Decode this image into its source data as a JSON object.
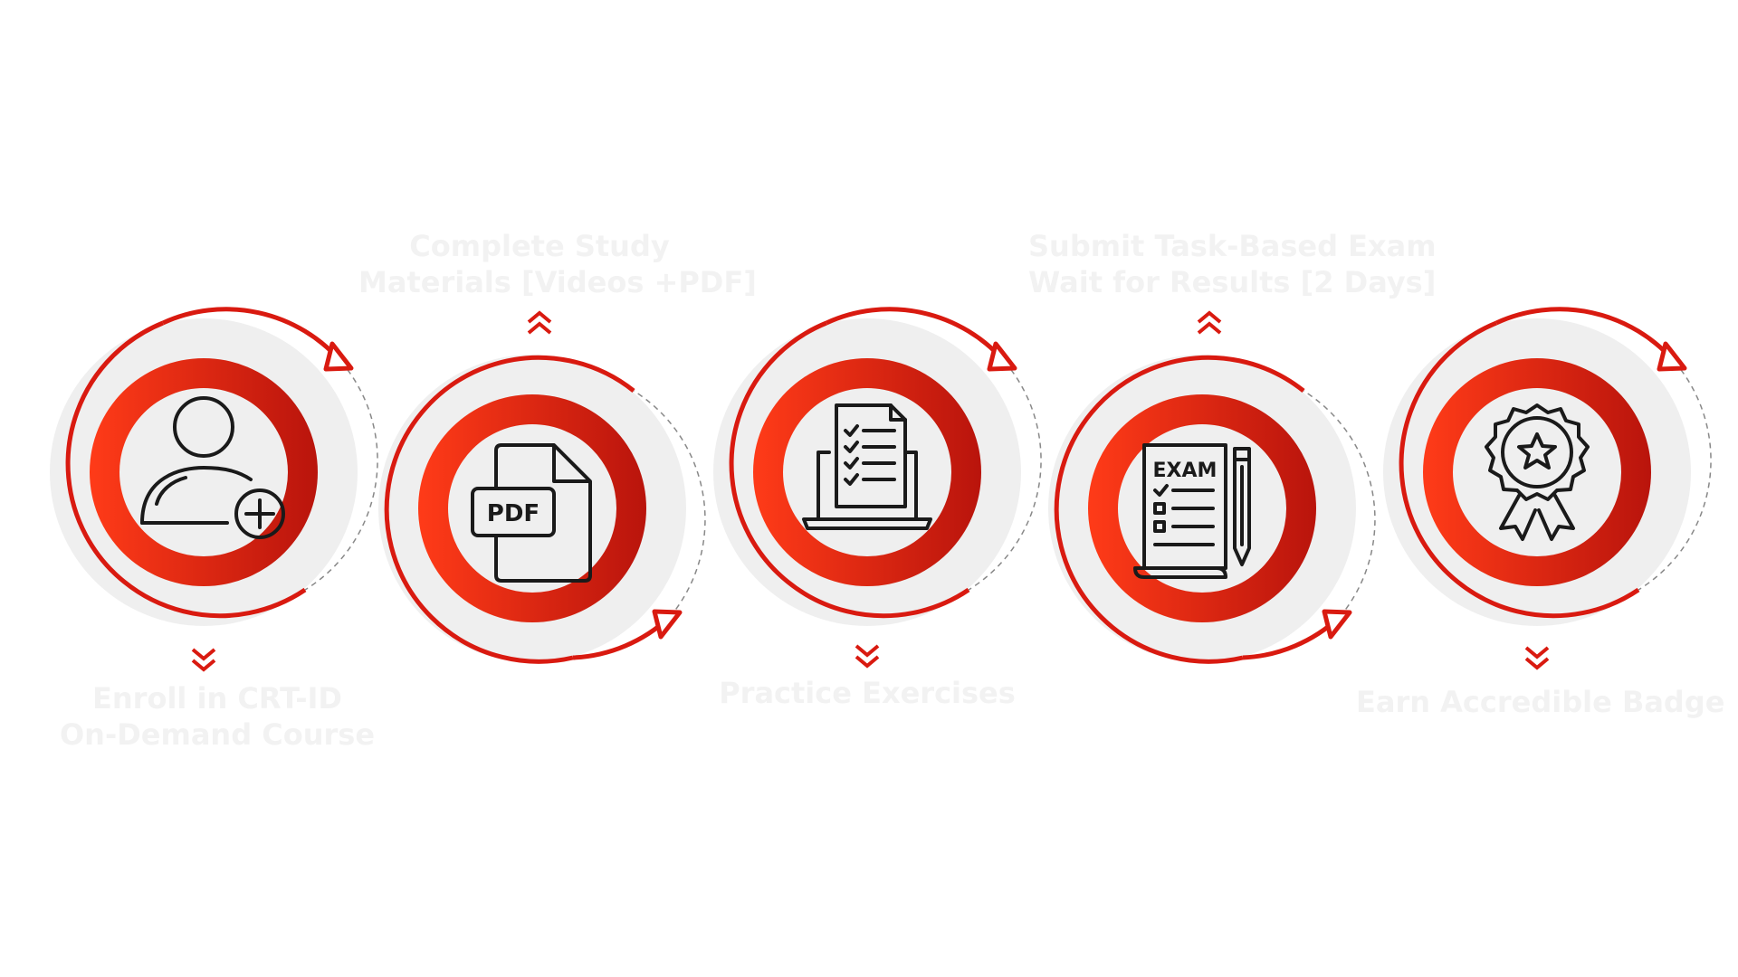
{
  "colors": {
    "ring_red": "#e31b12",
    "ring_dark": "#b9140c",
    "ring_light": "#ff3b18",
    "disc": "#efefef",
    "label_text": "#f2f2f2",
    "icon_stroke": "#1a1a1a"
  },
  "steps": [
    {
      "icon": "user-add-icon",
      "label_lines": [
        "Enroll in CRT-ID",
        "On-Demand Course"
      ],
      "label_position": "below"
    },
    {
      "icon": "pdf-file-icon",
      "icon_text": "PDF",
      "label_lines": [
        "Complete Study",
        "Materials [Videos +PDF]"
      ],
      "label_position": "above"
    },
    {
      "icon": "laptop-checklist-icon",
      "label_lines": [
        "Practice Exercises"
      ],
      "label_position": "below"
    },
    {
      "icon": "exam-paper-pencil-icon",
      "icon_text": "EXAM",
      "label_lines": [
        "Submit Task-Based Exam",
        "Wait for Results [2 Days]"
      ],
      "label_position": "above"
    },
    {
      "icon": "award-badge-icon",
      "label_lines": [
        "Earn Accredible Badge"
      ],
      "label_position": "below"
    }
  ]
}
